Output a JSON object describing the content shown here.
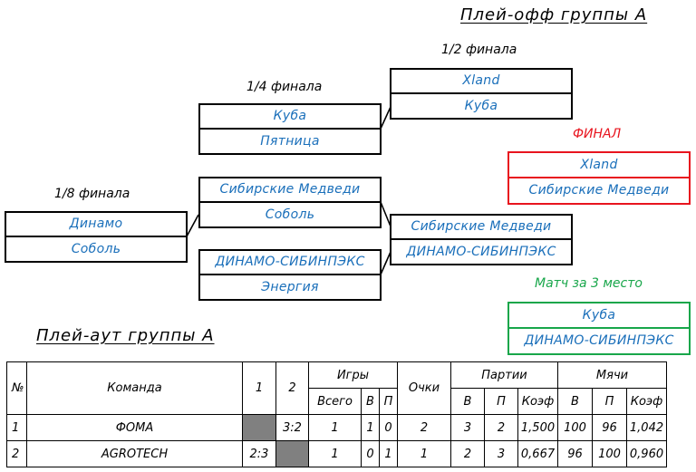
{
  "playoff_title": "Плей-офф группы А",
  "playout_title": "Плей-аут группы А",
  "rounds": {
    "r16": "1/8 финала",
    "qf": "1/4 финала",
    "sf": "1/2 финала",
    "final": "ФИНАЛ",
    "third": "Матч за 3 место"
  },
  "matches": {
    "r16": {
      "team1": "Динамо",
      "team2": "Соболь"
    },
    "qf1": {
      "team1": "Куба",
      "team2": "Пятница"
    },
    "qf2": {
      "team1": "Сибирские Медведи",
      "team2": "Соболь"
    },
    "qf3": {
      "team1": "ДИНАМО-СИБИНПЭКС",
      "team2": "Энергия"
    },
    "sf1": {
      "team1": "Xland",
      "team2": "Куба"
    },
    "sf2": {
      "team1": "Сибирские Медведи",
      "team2": "ДИНАМО-СИБИНПЭКС"
    },
    "final": {
      "team1": "Xland",
      "team2": "Сибирские Медведи"
    },
    "third": {
      "team1": "Куба",
      "team2": "ДИНАМО-СИБИНПЭКС"
    }
  },
  "colors": {
    "team_text": "#1a6fba",
    "final": "#e8141e",
    "third": "#18a64a",
    "played_self": "#808080"
  },
  "table": {
    "headers": {
      "num": "№",
      "team": "Команда",
      "c1": "1",
      "c2": "2",
      "games": "Игры",
      "games_total": "Всего",
      "games_w": "В",
      "games_l": "П",
      "points": "Очки",
      "sets": "Партии",
      "sets_w": "В",
      "sets_l": "П",
      "sets_coef": "Коэф",
      "balls": "Мячи",
      "balls_w": "В",
      "balls_l": "П",
      "balls_coef": "Коэф"
    },
    "rows": [
      {
        "num": "1",
        "team": "ФОМА",
        "c1": "",
        "c2": "3:2",
        "total": "1",
        "w": "1",
        "l": "0",
        "points": "2",
        "sw": "3",
        "sl": "2",
        "scoef": "1,500",
        "bw": "100",
        "bl": "96",
        "bcoef": "1,042"
      },
      {
        "num": "2",
        "team": "AGROTECH",
        "c1": "2:3",
        "c2": "",
        "total": "1",
        "w": "0",
        "l": "1",
        "points": "1",
        "sw": "2",
        "sl": "3",
        "scoef": "0,667",
        "bw": "96",
        "bl": "100",
        "bcoef": "0,960"
      }
    ]
  }
}
